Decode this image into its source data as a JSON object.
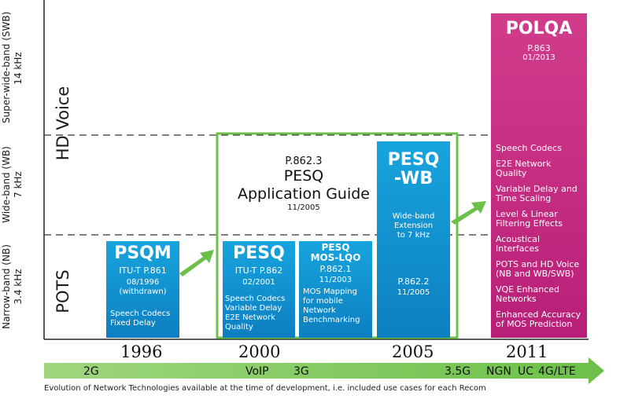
{
  "left_labels": {
    "swb_line1": "Super-wide-band (SWB)",
    "swb_line2": "14 kHz",
    "hd_voice": "HD Voice",
    "wb_line1": "Wide-band (WB)",
    "wb_line2": "7 kHz",
    "nb_line1": "Narrow-band (NB)",
    "nb_line2": "3.4 kHz",
    "pots": "POTS"
  },
  "psqm": {
    "title": "PSQM",
    "standard": "ITU-T P.861",
    "date": "08/1996",
    "status": "(withdrawn)",
    "use_line1": "Speech Codecs",
    "use_line2": "Fixed Delay"
  },
  "guide": {
    "code": "P.862.3",
    "line1": "PESQ",
    "line2": "Application Guide",
    "date": "11/2005"
  },
  "pesq": {
    "title": "PESQ",
    "standard": "ITU-T P.862",
    "date": "02/2001",
    "use_line1": "Speech Codecs",
    "use_line2": "Variable Delay",
    "use_line3": "E2E Network",
    "use_line4": "Quality"
  },
  "mos_lqo": {
    "title_line1": "PESQ",
    "title_line2": "MOS-LQO",
    "standard": "P.862.1",
    "date": "11/2003",
    "use_line1": "MOS Mapping",
    "use_line2": "for mobile",
    "use_line3": "Network",
    "use_line4": "Benchmarking"
  },
  "pesq_wb": {
    "title_line1": "PESQ",
    "title_line2": "-WB",
    "desc_line1": "Wide-band",
    "desc_line2": "Extension",
    "desc_line3": "to 7 kHz",
    "standard": "P.862.2",
    "date": "11/2005"
  },
  "polqa": {
    "title": "POLQA",
    "standard": "P.863",
    "date": "01/2013",
    "features": [
      [
        "Speech Codecs"
      ],
      [
        "E2E Network",
        "Quality"
      ],
      [
        "Variable Delay and",
        "Time Scaling"
      ],
      [
        "Level & Linear",
        "Filtering Effects"
      ],
      [
        "Acoustical",
        "Interfaces"
      ],
      [
        "POTS and HD Voice",
        "(NB and WB/SWB)"
      ],
      [
        "VQE Enhanced",
        "Networks"
      ],
      [
        "Enhanced Accuracy",
        "of MOS Prediction"
      ]
    ]
  },
  "years": [
    "1996",
    "2000",
    "2005",
    "2011"
  ],
  "technologies": [
    "2G",
    "VoIP",
    "3G",
    "3.5G",
    "NGN",
    "UC",
    "4G/LTE"
  ],
  "footer": "Evolution of Network Technologies available at the time of development, i.e. included use cases for each Recom",
  "colors": {
    "blue": "#0d8fd0",
    "green": "#6cc04a",
    "magenta": "#d23c8c"
  }
}
